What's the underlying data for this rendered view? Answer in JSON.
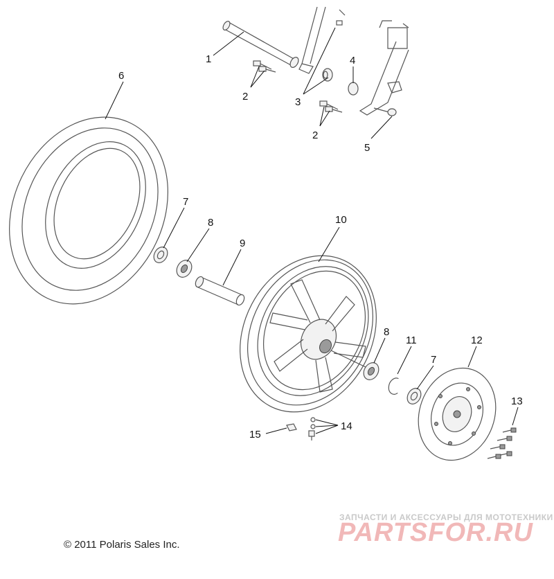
{
  "callouts": [
    "1",
    "2",
    "3",
    "4",
    "2",
    "5",
    "6",
    "7",
    "8",
    "9",
    "10",
    "8",
    "11",
    "7",
    "12",
    "13",
    "14",
    "15"
  ],
  "copyright": "© 2011 Polaris Sales Inc.",
  "watermark": {
    "tagline": "ЗАПЧАСТИ И АКСЕССУАРЫ ДЛЯ МОТОТЕХНИКИ",
    "brand": "PARTSFOR.RU"
  },
  "colors": {
    "line": "#555555",
    "watermark_brand": "#f1b8b8",
    "watermark_tagline": "#c9c9c9"
  }
}
